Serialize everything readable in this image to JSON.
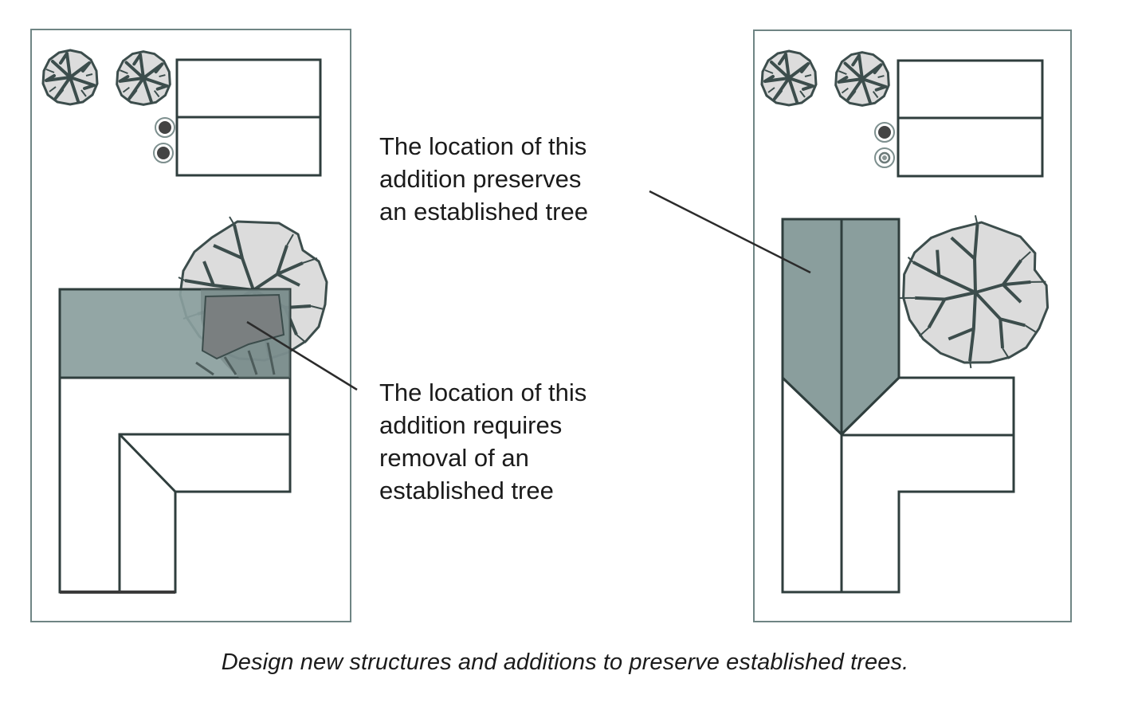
{
  "figure": {
    "caption": "Design new structures and additions to preserve established trees.",
    "colors": {
      "outline": "#2f3e3d",
      "lot_border": "#6f8584",
      "addition_fill": "#8a9e9d",
      "addition_fill_dark": "#7a7f80",
      "canopy_fill": "#dcdcdc",
      "canopy_stroke": "#3c4d4c",
      "shrub_dot": "#444444"
    }
  },
  "panels": [
    {
      "id": "left",
      "scenario": "Addition placed over tree canopy",
      "callout": {
        "lines": [
          "The location of this",
          "addition requires",
          "removal of an",
          "established tree"
        ]
      }
    },
    {
      "id": "right",
      "scenario": "Addition placed beside tree canopy",
      "callout": {
        "lines": [
          "The location of this",
          "addition preserves",
          "an established tree"
        ]
      }
    }
  ]
}
